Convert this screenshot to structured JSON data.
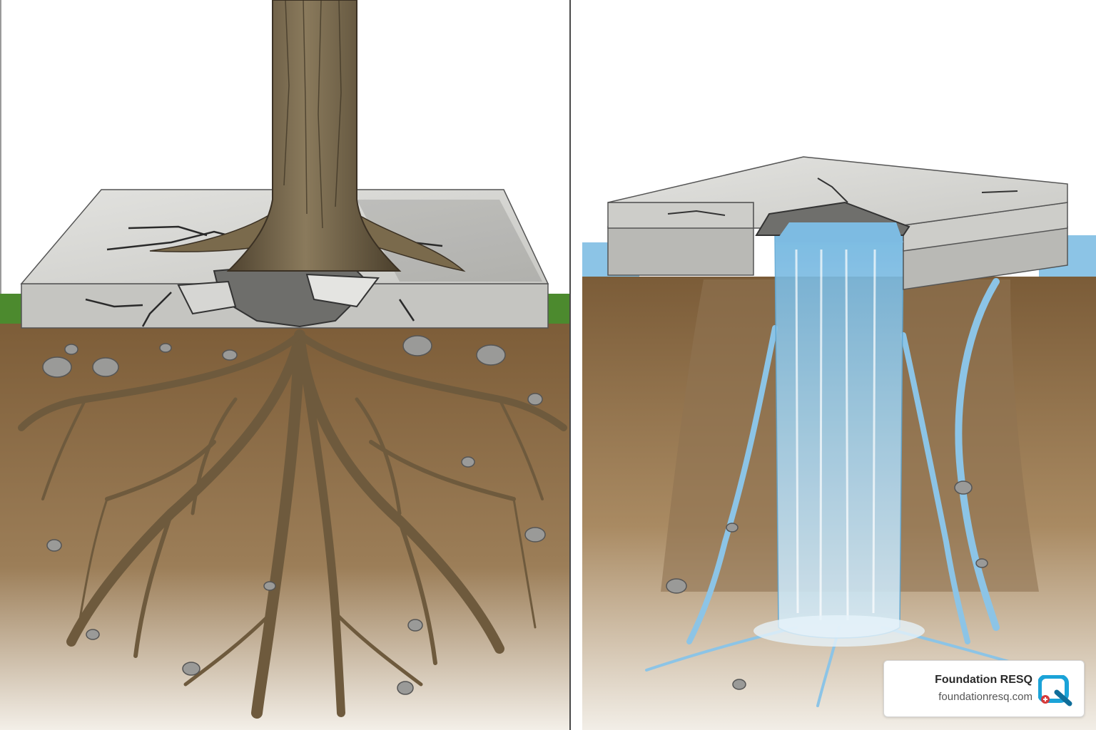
{
  "brand": {
    "name": "Foundation RESQ",
    "url": "foundationresq.com",
    "logo_icon": "foundation-resq-logo-icon",
    "accent_color": "#1ba3d8",
    "accent_dark": "#0f6e9a",
    "badge_color": "#d63b3b"
  },
  "panels": {
    "left": {
      "subject": "tree-roots-cracking-slab",
      "trunk_icon": "tree-trunk-icon",
      "slab_icon": "concrete-slab-icon",
      "roots_icon": "tree-roots-icon"
    },
    "right": {
      "subject": "water-eroding-soil-under-slab",
      "slab_icon": "concrete-slab-icon",
      "water_icon": "waterfall-icon",
      "soil_icon": "eroded-soil-icon"
    }
  },
  "colors": {
    "concrete": "#cfcfcc",
    "concrete_side": "#bdbdb9",
    "soil": "#8a6a44",
    "soil_light": "#c9b79a",
    "grass": "#4c8a2e",
    "bark": "#6b5a3e",
    "root": "#7a6545",
    "water": "#8cc4e6",
    "gravel": "#8e8e8e"
  }
}
